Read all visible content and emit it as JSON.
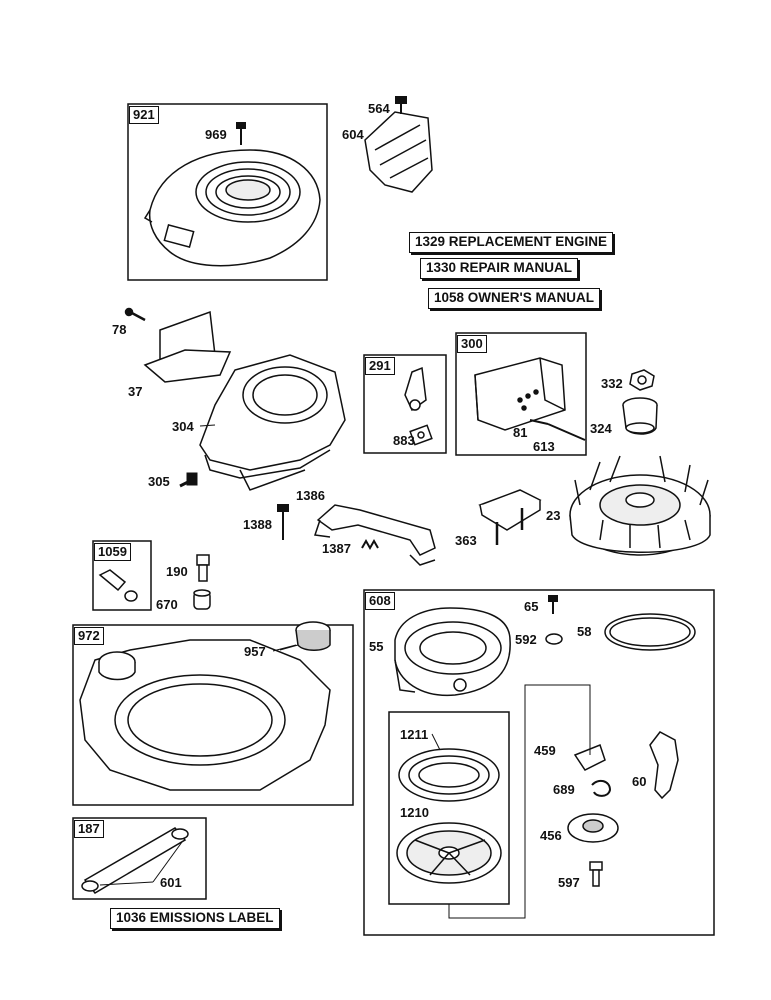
{
  "groups": {
    "g921": "921",
    "g291": "291",
    "g300": "300",
    "g1059": "1059",
    "g972": "972",
    "g608": "608",
    "g187": "187"
  },
  "parts": {
    "p969": "969",
    "p564": "564",
    "p604": "604",
    "p78": "78",
    "p37": "37",
    "p304": "304",
    "p883": "883",
    "p81": "81",
    "p613": "613",
    "p324": "324",
    "p332": "332",
    "p305": "305",
    "p1386": "1386",
    "p1388": "1388",
    "p1387": "1387",
    "p363": "363",
    "p23": "23",
    "p190": "190",
    "p670": "670",
    "p957": "957",
    "p65": "65",
    "p58": "58",
    "p55": "55",
    "p592": "592",
    "p1211": "1211",
    "p459": "459",
    "p60": "60",
    "p689": "689",
    "p1210": "1210",
    "p456": "456",
    "p597": "597",
    "p601": "601"
  },
  "notes": {
    "replacement_engine": "1329 REPLACEMENT ENGINE",
    "repair_manual": "1330 REPAIR MANUAL",
    "owners_manual": "1058 OWNER'S MANUAL",
    "emissions_label": "1036 EMISSIONS LABEL"
  }
}
